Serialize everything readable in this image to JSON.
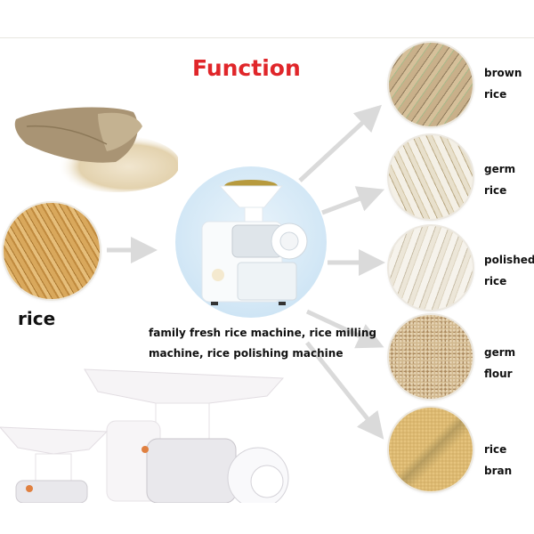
{
  "title": "Function",
  "input": {
    "label": "rice",
    "image": "paddy-rice-circle"
  },
  "machine": {
    "caption_line1": "family fresh rice machine, rice milling",
    "caption_line2": "machine, rice polishing machine",
    "image": "rice-machine-circle"
  },
  "outputs": [
    {
      "line1": "brown",
      "line2": "rice",
      "color1": "#c9b08a",
      "color2": "#8f7b5c",
      "accent": "#a8b98a"
    },
    {
      "line1": "germ",
      "line2": "rice",
      "color1": "#e8e0cc",
      "color2": "#b9a883",
      "accent": "#f4f0e6"
    },
    {
      "line1": "polished",
      "line2": "rice",
      "color1": "#ece6d8",
      "color2": "#c8bea8",
      "accent": "#f6f3ec"
    },
    {
      "line1": "germ",
      "line2": "flour",
      "color1": "#d8c09a",
      "color2": "#a8865c",
      "accent": "#e6d4b4"
    },
    {
      "line1": "rice bran",
      "line2": "",
      "color1": "#d9b66c",
      "color2": "#b08a44",
      "accent": "#8a7a4a"
    }
  ],
  "colors": {
    "title": "#e0262a",
    "arrow": "#d9d9d9",
    "text": "#111111"
  }
}
